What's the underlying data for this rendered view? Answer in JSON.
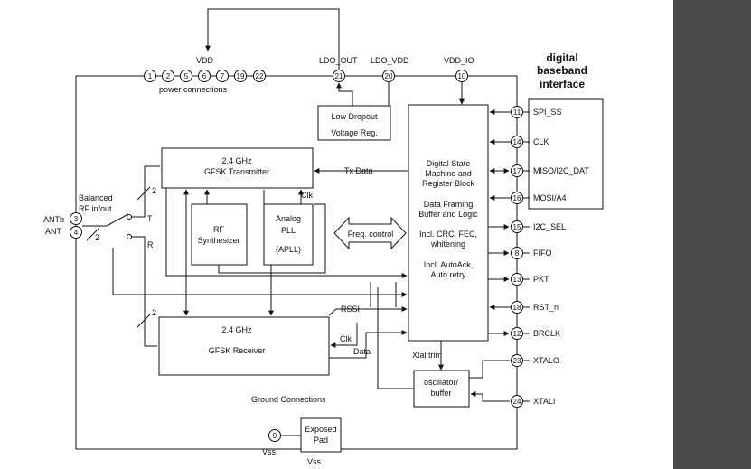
{
  "colors": {
    "line": "#111111",
    "background": "#ffffff",
    "side_panel": "#4a4a4a"
  },
  "pins_power": [
    "1",
    "2",
    "5",
    "6",
    "7",
    "19",
    "22"
  ],
  "labels": {
    "vdd": "VDD",
    "power_connections": "power connections",
    "ldo_out": "LDO_OUT",
    "ldo_vdd": "LDO_VDD",
    "vdd_io": "VDD_IO",
    "balanced": "Balanced",
    "rf_inout": "RF in/out",
    "antb": "ANTb",
    "ant": "ANT",
    "t": "T",
    "r": "R",
    "two_a": "2",
    "two_b": "2",
    "two_c": "2",
    "tx_data": "Tx Data",
    "clk_tx": "Clk",
    "rssi": "RSSI",
    "clk_rx": "Clk",
    "data_rx": "Data",
    "xtal_trim": "Xtal trim",
    "ground_connections": "Ground Connections",
    "vss_left": "Vss",
    "vss_bottom": "Vss"
  },
  "pin_numbers": {
    "ldo_out": "21",
    "ldo_vdd": "20",
    "vdd_io": "10",
    "antb": "3",
    "ant": "4",
    "vss": "9"
  },
  "blocks": {
    "ldo": [
      "Low Dropout",
      "Voltage Reg."
    ],
    "transmitter": [
      "2.4 GHz",
      "GFSK Transmitter"
    ],
    "synthesizer": [
      "RF",
      "Synthesizer"
    ],
    "pll": [
      "Analog",
      "PLL",
      "(APLL)"
    ],
    "freq_control": "Freq. control",
    "state_machine": [
      "Digital State",
      "Machine and",
      "Register Block"
    ],
    "framing": [
      "Data Framing",
      "Buffer and Logic"
    ],
    "crc": [
      "Incl. CRC, FEC,",
      "whitening"
    ],
    "autoack": [
      "Incl. AutoAck,",
      "Auto retry"
    ],
    "receiver": [
      "2.4 GHz",
      "GFSK Receiver"
    ],
    "oscillator": [
      "oscillator/",
      "buffer"
    ],
    "pad": [
      "Exposed",
      "Pad"
    ]
  },
  "baseband": {
    "header": [
      "digital",
      "baseband",
      "interface"
    ]
  },
  "right_pins": [
    {
      "num": "11",
      "label": "SPI_SS"
    },
    {
      "num": "14",
      "label": "CLK"
    },
    {
      "num": "17",
      "label": "MISO/I2C_DAT"
    },
    {
      "num": "16",
      "label": "MOSI/A4"
    },
    {
      "num": "15",
      "label": "I2C_SEL"
    },
    {
      "num": "8",
      "label": "FIFO"
    },
    {
      "num": "13",
      "label": "PKT"
    },
    {
      "num": "18",
      "label": "RST_n"
    },
    {
      "num": "12",
      "label": "BRCLK"
    },
    {
      "num": "23",
      "label": "XTALO"
    },
    {
      "num": "24",
      "label": "XTALI"
    }
  ]
}
